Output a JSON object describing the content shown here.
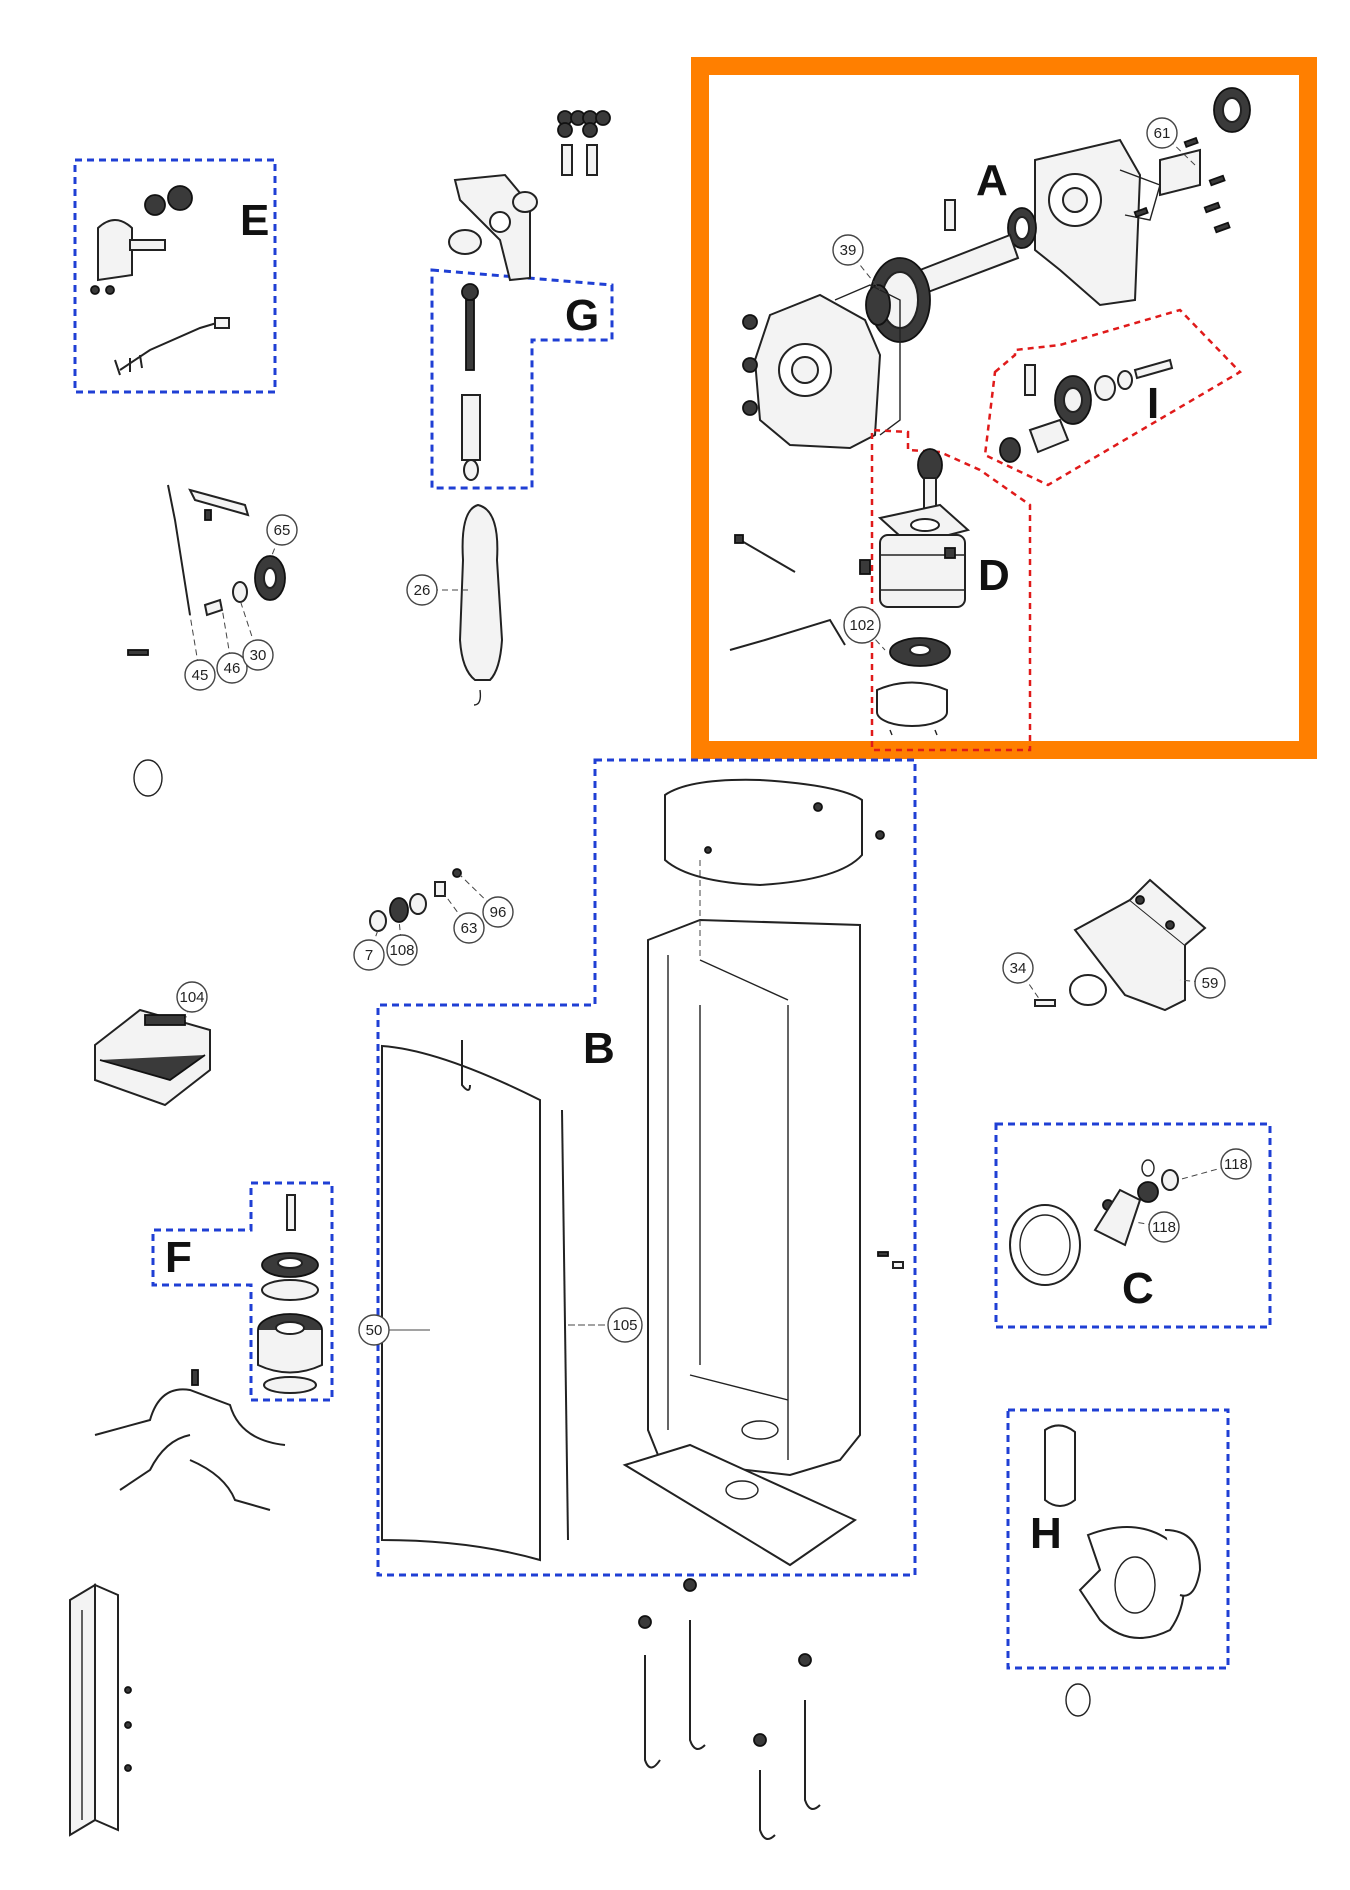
{
  "diagram": {
    "highlight_color": "#ff7f00",
    "group_colors": {
      "blue": "#1f3fd4",
      "red": "#e01a1a"
    },
    "section_labels": {
      "A": "A",
      "B": "B",
      "C": "C",
      "D": "D",
      "E": "E",
      "F": "F",
      "G": "G",
      "H": "H",
      "I": "I"
    },
    "callouts": {
      "c7": "7",
      "c26": "26",
      "c30": "30",
      "c34": "34",
      "c39": "39",
      "c45": "45",
      "c46": "46",
      "c50": "50",
      "c59": "59",
      "c61": "61",
      "c63": "63",
      "c65": "65",
      "c96": "96",
      "c102": "102",
      "c104": "104",
      "c105": "105",
      "c108": "108",
      "c118a": "118",
      "c118b": "118"
    }
  }
}
